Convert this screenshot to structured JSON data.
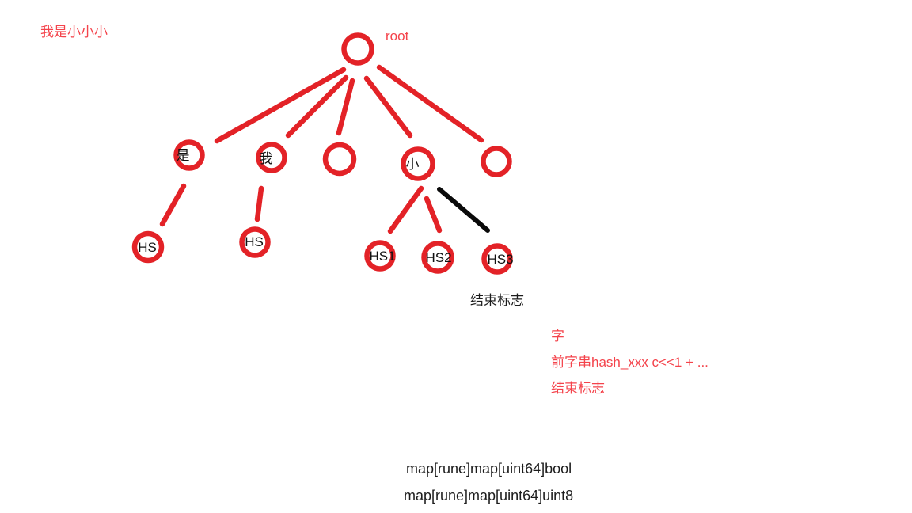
{
  "colors": {
    "node_stroke_red": "#e32227",
    "annotation_red": "#f4434b",
    "label_black": "#111111",
    "edge_black": "#0a0a0a",
    "background": "#ffffff"
  },
  "annotations": {
    "top_left": "我是小小小",
    "root": "root",
    "end_flag": "结束标志",
    "red_note": {
      "line1": "字",
      "line2": "前字串hash_xxx c<<1 + ...",
      "line3": "结束标志"
    },
    "code": {
      "line1": "map[rune]map[uint64]bool",
      "line2": "map[rune]map[uint64]uint8"
    }
  },
  "tree": {
    "node_labels": {
      "root": "",
      "shi": "是",
      "wo": "我",
      "empty_mid": "",
      "xiao": "小",
      "empty_right": "",
      "hs_a": "HS",
      "hs_b": "HS",
      "hs1": "HS1",
      "hs2": "HS2",
      "hs3": "HS3"
    }
  }
}
